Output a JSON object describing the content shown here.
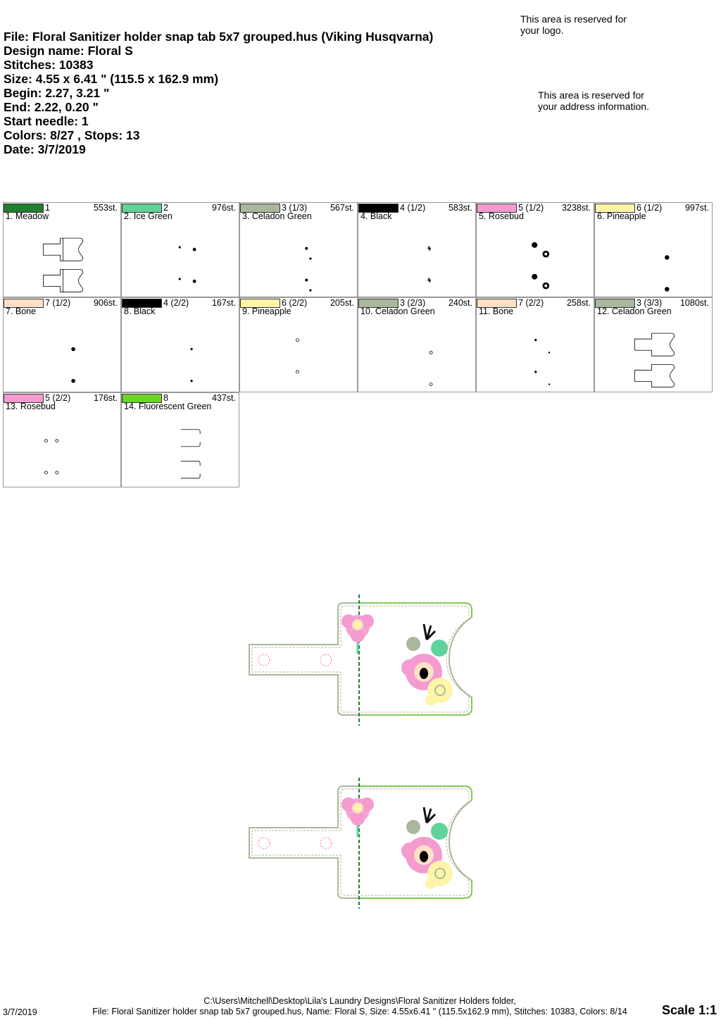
{
  "header": {
    "lines": [
      "File: Floral Sanitizer holder snap tab 5x7 grouped.hus  (Viking Husqvarna)",
      "Design name: Floral S",
      "Stitches: 10383",
      "Size: 4.55 x 6.41 \" (115.5 x 162.9 mm)",
      "Begin: 2.27, 3.21 \"",
      "End: 2.22, 0.20 \"",
      "Start needle: 1",
      "Colors: 8/27 , Stops: 13",
      "Date: 3/7/2019"
    ]
  },
  "notes": {
    "logo_line1": "This area is reserved for",
    "logo_line2": "your logo.",
    "address_line1": "This area is reserved for",
    "address_line2": "your address information."
  },
  "colors": [
    {
      "num": "1",
      "stitches": "553st.",
      "name": "1. Meadow",
      "color": "#1e7f2e",
      "thumb": "tab"
    },
    {
      "num": "2",
      "stitches": "976st.",
      "name": "2. Ice Green",
      "color": "#5fd39a",
      "thumb": "dots2"
    },
    {
      "num": "3 (1/3)",
      "stitches": "567st.",
      "name": "3. Celadon Green",
      "color": "#a9b79c",
      "thumb": "dots3"
    },
    {
      "num": "4 (1/2)",
      "stitches": "583st.",
      "name": "4. Black",
      "color": "#000000",
      "thumb": "dots4"
    },
    {
      "num": "5 (1/2)",
      "stitches": "3238st.",
      "name": "5. Rosebud",
      "color": "#f59bd0",
      "thumb": "dots5"
    },
    {
      "num": "6 (1/2)",
      "stitches": "997st.",
      "name": "6. Pineapple",
      "color": "#fff5a8",
      "thumb": "dots6"
    },
    {
      "num": "7 (1/2)",
      "stitches": "906st.",
      "name": "7. Bone",
      "color": "#fde0c6",
      "thumb": "dots7"
    },
    {
      "num": "4 (2/2)",
      "stitches": "167st.",
      "name": "8. Black",
      "color": "#000000",
      "thumb": "dots8"
    },
    {
      "num": "6 (2/2)",
      "stitches": "205st.",
      "name": "9. Pineapple",
      "color": "#fff5a8",
      "thumb": "dots9"
    },
    {
      "num": "3 (2/3)",
      "stitches": "240st.",
      "name": "10. Celadon Green",
      "color": "#a9b79c",
      "thumb": "dots10"
    },
    {
      "num": "7 (2/2)",
      "stitches": "258st.",
      "name": "11. Bone",
      "color": "#fde0c6",
      "thumb": "dots11"
    },
    {
      "num": "3 (3/3)",
      "stitches": "1080st.",
      "name": "12. Celadon Green",
      "color": "#a9b79c",
      "thumb": "tabr"
    },
    {
      "num": "5 (2/2)",
      "stitches": "176st.",
      "name": "13. Rosebud",
      "color": "#f59bd0",
      "thumb": "circles"
    },
    {
      "num": "8",
      "stitches": "437st.",
      "name": "14. Fluorescent Green",
      "color": "#6dd52a",
      "thumb": "lines"
    }
  ],
  "footer": {
    "date": "3/7/2019",
    "path": "C:\\Users\\Mitchell\\Desktop\\Lila's Laundry Designs\\Floral Sanitizer Holders folder,",
    "info": "File: Floral Sanitizer holder snap tab 5x7 grouped.hus, Name: Floral S, Size: 4.55x6.41 \" (115.5x162.9 mm), Stitches: 10383, Colors: 8/14",
    "scale": "Scale 1:1"
  }
}
